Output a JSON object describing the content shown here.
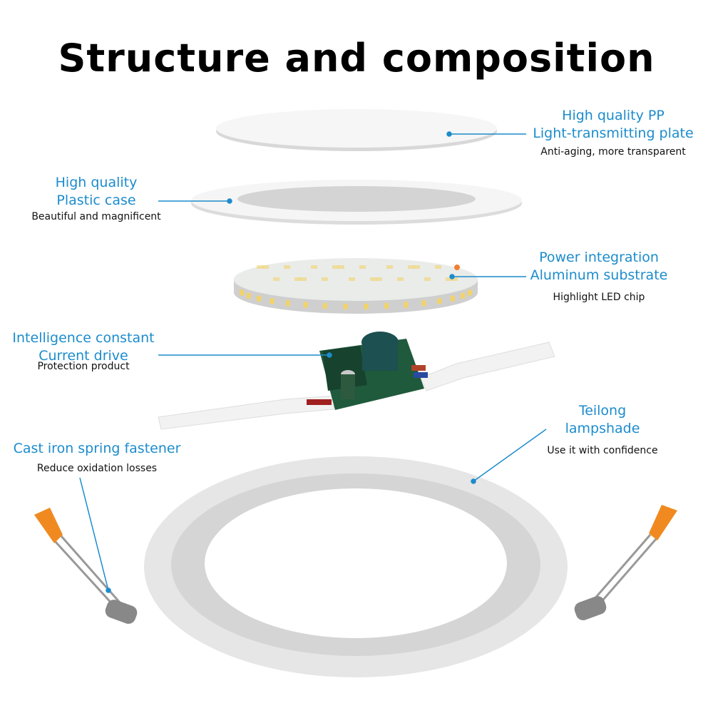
{
  "title": "Structure and composition",
  "accent_color": "#1c8ccc",
  "components": [
    {
      "line1": "High quality PP",
      "line2": "Light-transmitting plate",
      "description": "Anti-aging, more transparent"
    },
    {
      "line1": "High quality",
      "line2": "Plastic case",
      "description": "Beautiful and magnificent"
    },
    {
      "line1": "Power integration",
      "line2": "Aluminum substrate",
      "description": "Highlight LED chip"
    },
    {
      "line1": "Intelligence constant",
      "line2": "Current drive",
      "description": "Protection product"
    },
    {
      "line1": "Teilong",
      "line2": "lampshade",
      "description": "Use it with confidence"
    },
    {
      "line1": "Cast iron spring fastener",
      "line2": "",
      "description": "Reduce oxidation losses"
    }
  ]
}
